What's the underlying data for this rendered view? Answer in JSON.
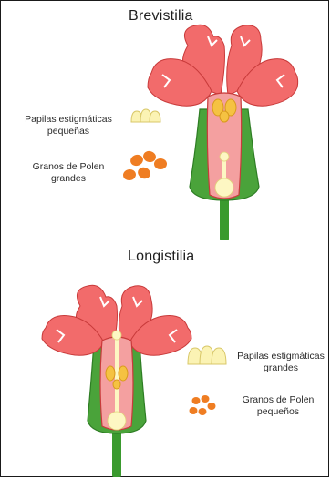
{
  "sections": [
    {
      "title": "Brevistilia",
      "labels": {
        "papilas_line1": "Papilas estigmáticas",
        "papilas_line2": "pequeñas",
        "polen_line1": "Granos de Polen",
        "polen_line2": "grandes"
      }
    },
    {
      "title": "Longistilia",
      "labels": {
        "papilas_line1": "Papilas estigmáticas",
        "papilas_line2": "grandes",
        "polen_line1": "Granos de Polen",
        "polen_line2": "pequeños"
      }
    }
  ],
  "colors": {
    "petal": "#f26b6b",
    "petal_outline": "#c83a3a",
    "inner_tube": "#f4a0a0",
    "sepal": "#4aa33a",
    "sepal_dark": "#2e7d24",
    "stem": "#3a9a2e",
    "ovary": "#fdf7c3",
    "anther_yellow": "#f5c242",
    "pollen_orange": "#ef7d22",
    "papilla": "#fbf3b4"
  }
}
